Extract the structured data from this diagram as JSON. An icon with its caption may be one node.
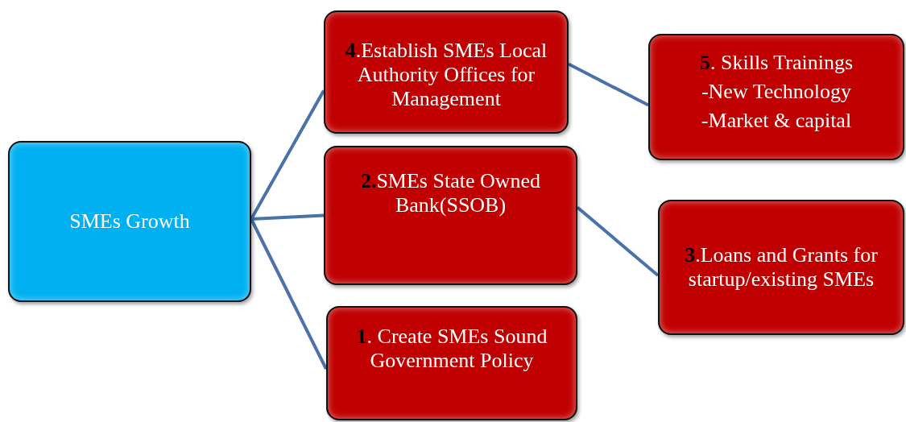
{
  "diagram": {
    "nodes": [
      {
        "text": [
          "SMEs Growth"
        ]
      },
      {
        "text": [
          "**4**.Establish SMEs Local Authority Offices for Management"
        ]
      },
      {
        "text": [
          "**5**. Skills Trainings",
          "-New Technology",
          "-Market & capital"
        ]
      },
      {
        "text": [
          "**2.**SMEs State Owned Bank(SSOB)"
        ]
      },
      {
        "text": [
          "**3**.Loans and Grants for startup/existing SMEs"
        ]
      },
      {
        "text": [
          "**1**. Create SMEs Sound Government Policy"
        ]
      }
    ],
    "edges": [
      {
        "from": 0,
        "to": 1,
        "arrow": "none"
      },
      {
        "from": 0,
        "to": 3,
        "arrow": "none"
      },
      {
        "from": 0,
        "to": 5,
        "arrow": "none"
      },
      {
        "from": 1,
        "to": 2,
        "arrow": "none"
      },
      {
        "from": 3,
        "to": 4,
        "arrow": "none"
      }
    ]
  }
}
